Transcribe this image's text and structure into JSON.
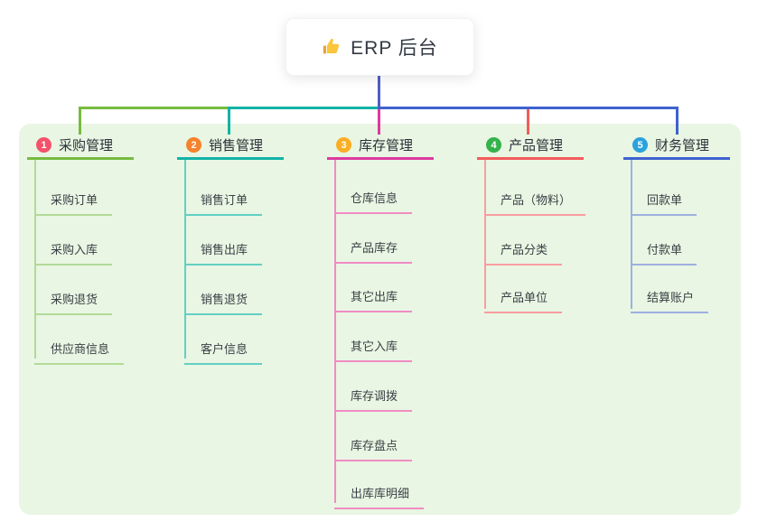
{
  "root": {
    "title": "ERP 后台",
    "icon": "thumbs-up"
  },
  "colors": {
    "panel_bg": "#e8f6e3",
    "root_line": "#4f5ec6",
    "branch1_line": "#76bb3f",
    "branch1_child_line": "#b3da97",
    "branch1_badge": "#f4526b",
    "branch2_line": "#12b3a6",
    "branch2_child_line": "#63cfc4",
    "branch2_badge": "#f5822c",
    "branch3_line": "#dd3a9e",
    "branch3_child_line": "#f08cc3",
    "branch3_badge": "#fbae23",
    "branch4_line": "#f45b5b",
    "branch4_child_line": "#f89da0",
    "branch4_badge": "#35b24b",
    "branch5_line": "#3f62cf",
    "branch5_child_line": "#9fb0e0",
    "branch5_badge": "#2aa2dd"
  },
  "branches": [
    {
      "num": "1",
      "label": "采购管理",
      "children": [
        "采购订单",
        "采购入库",
        "采购退货",
        "供应商信息"
      ]
    },
    {
      "num": "2",
      "label": "销售管理",
      "children": [
        "销售订单",
        "销售出库",
        "销售退货",
        "客户信息"
      ]
    },
    {
      "num": "3",
      "label": "库存管理",
      "children": [
        "仓库信息",
        "产品库存",
        "其它出库",
        "其它入库",
        "库存调拨",
        "库存盘点",
        "出库库明细"
      ]
    },
    {
      "num": "4",
      "label": "产品管理",
      "children": [
        "产品（物料）",
        "产品分类",
        "产品单位"
      ]
    },
    {
      "num": "5",
      "label": "财务管理",
      "children": [
        "回款单",
        "付款单",
        "结算账户"
      ]
    }
  ]
}
